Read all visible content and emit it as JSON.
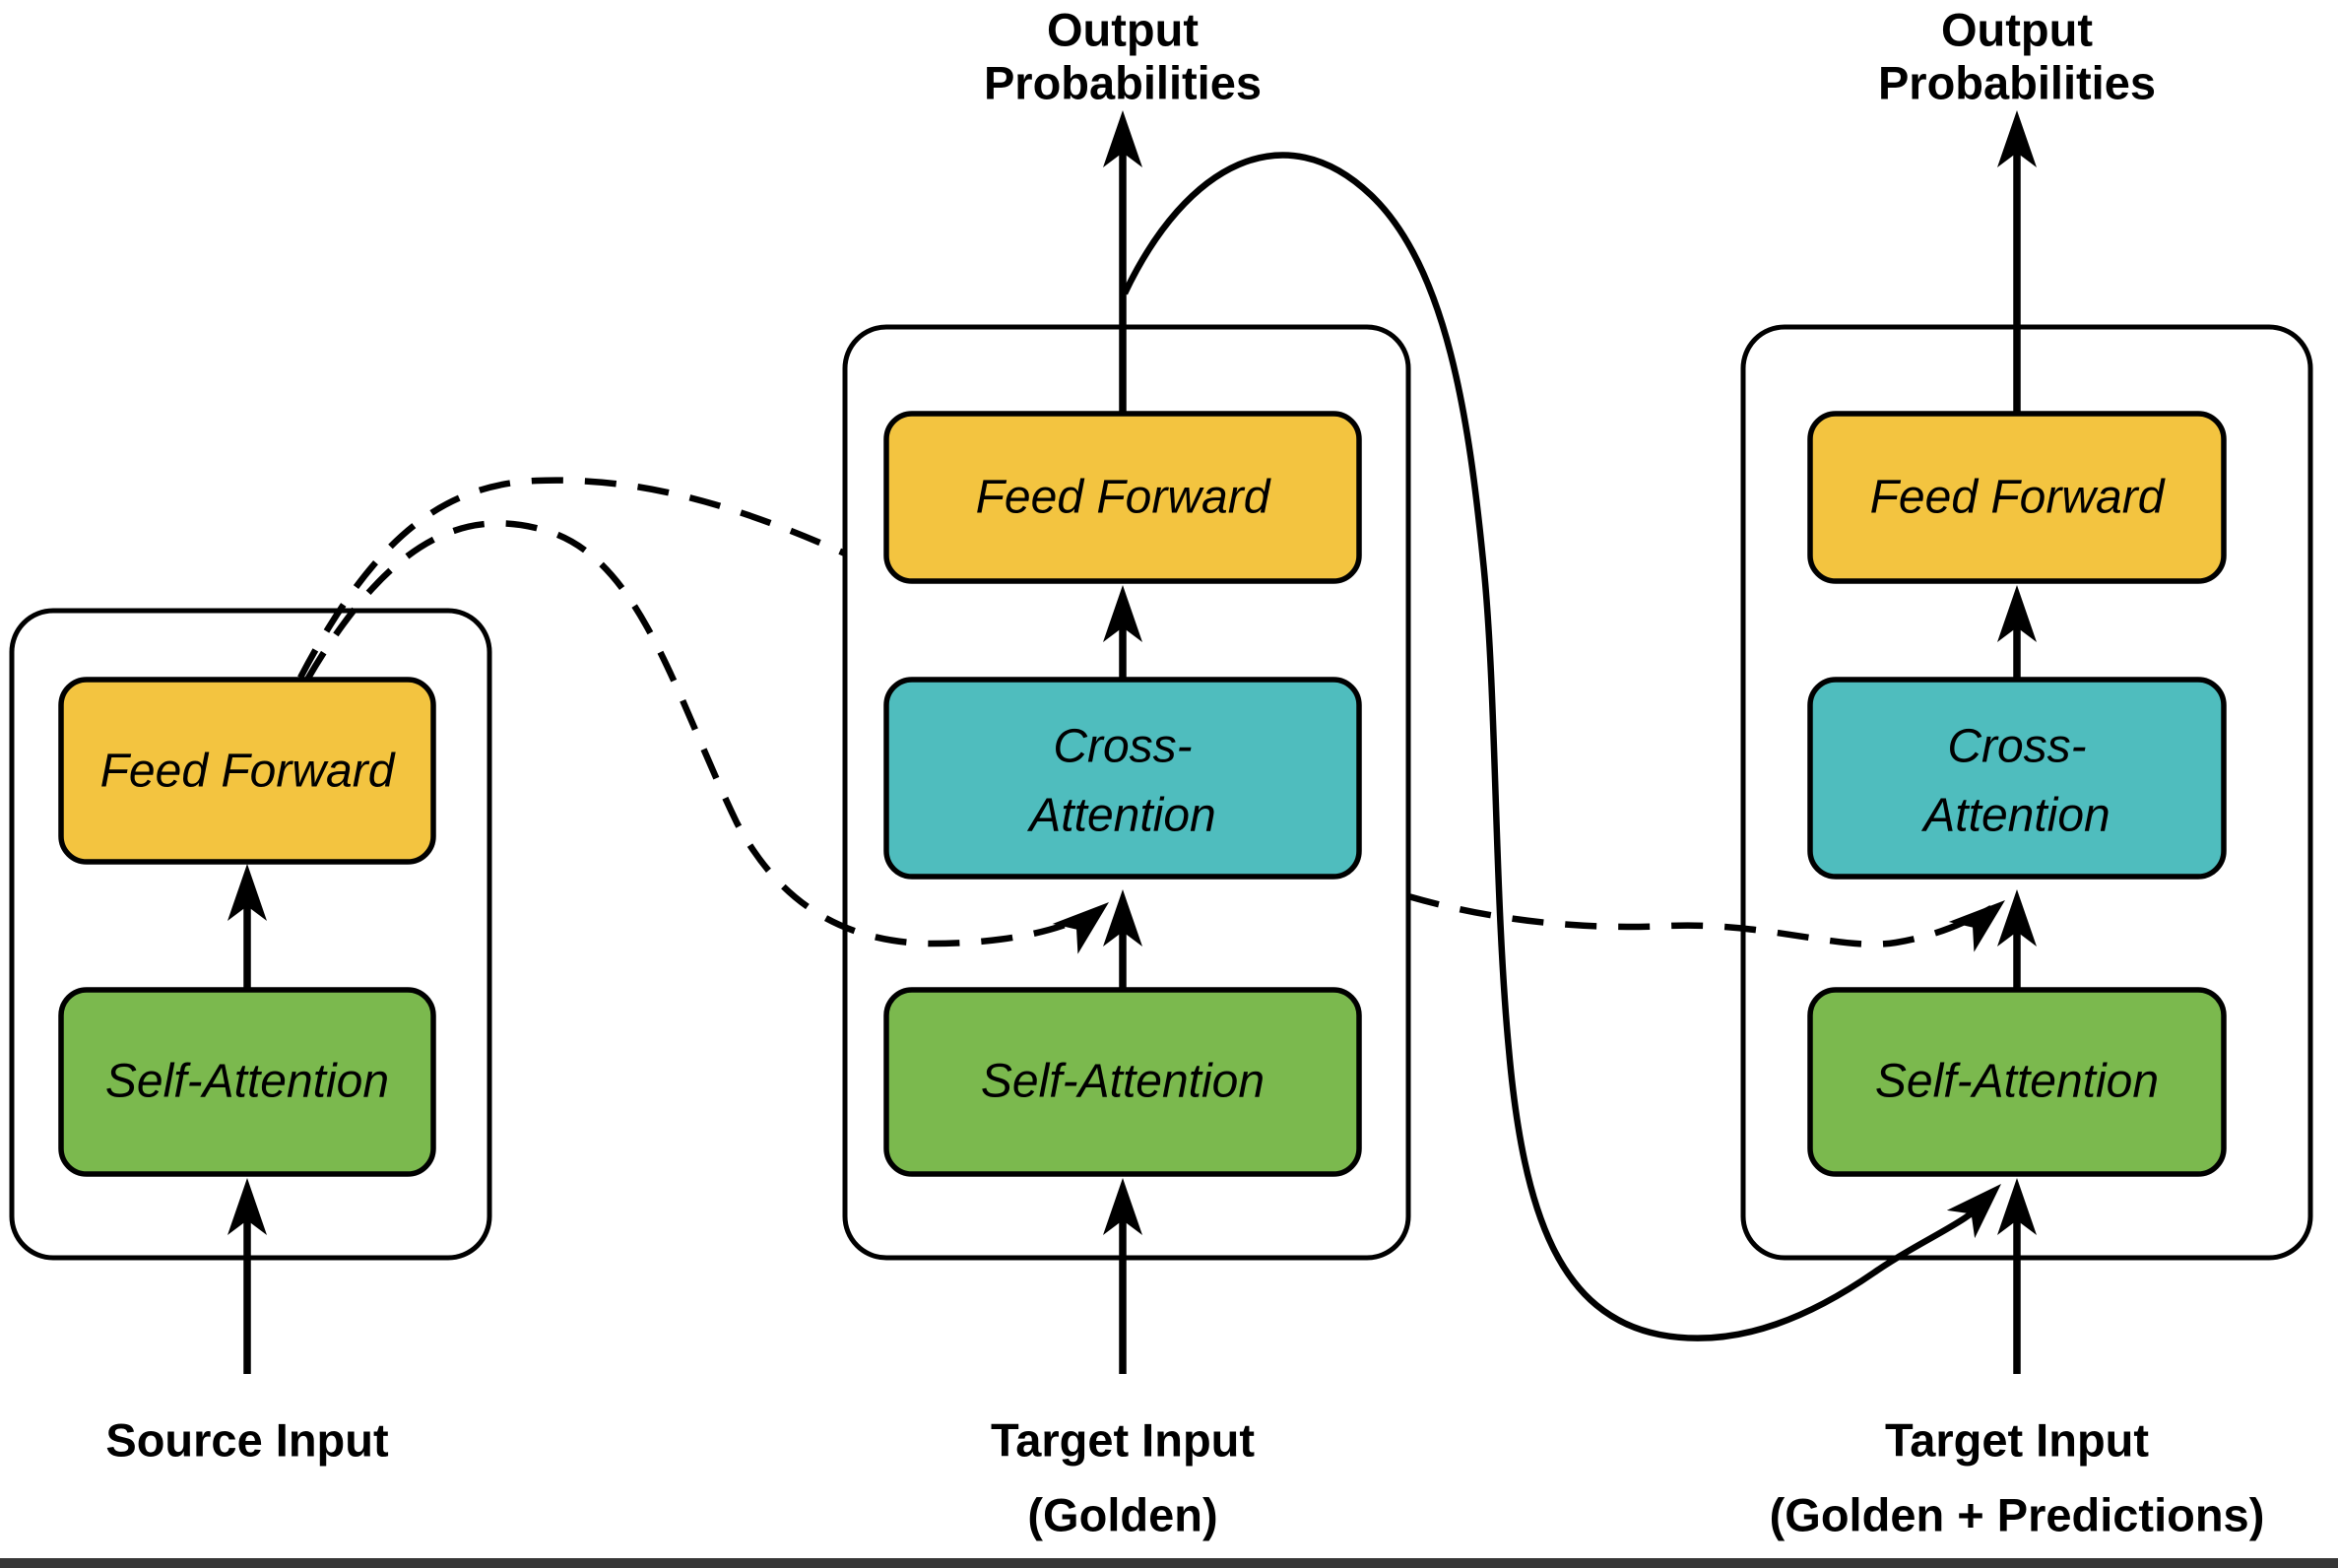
{
  "diagram": {
    "colors": {
      "background": "#FFFFFF",
      "feed_forward": "#F3C440",
      "cross_attention": "#4FBDBE",
      "self_attention": "#7BB94E",
      "outline": "#000000",
      "text": "#000000",
      "bottom_rule": "#373737"
    },
    "encoder": {
      "feed_forward": "Feed Forward",
      "self_attention": "Self-Attention",
      "input_label": "Source Input"
    },
    "decoder_golden": {
      "output_line1": "Output",
      "output_line2": "Probabilities",
      "feed_forward": "Feed Forward",
      "cross_attention_line1": "Cross-",
      "cross_attention_line2": "Attention",
      "self_attention": "Self-Attention",
      "input_line1": "Target Input",
      "input_line2": "(Golden)"
    },
    "decoder_mixed": {
      "output_line1": "Output",
      "output_line2": "Probabilities",
      "feed_forward": "Feed Forward",
      "cross_attention_line1": "Cross-",
      "cross_attention_line2": "Attention",
      "self_attention": "Self-Attention",
      "input_line1": "Target Input",
      "input_line2": "(Golden + Predictions)"
    }
  }
}
